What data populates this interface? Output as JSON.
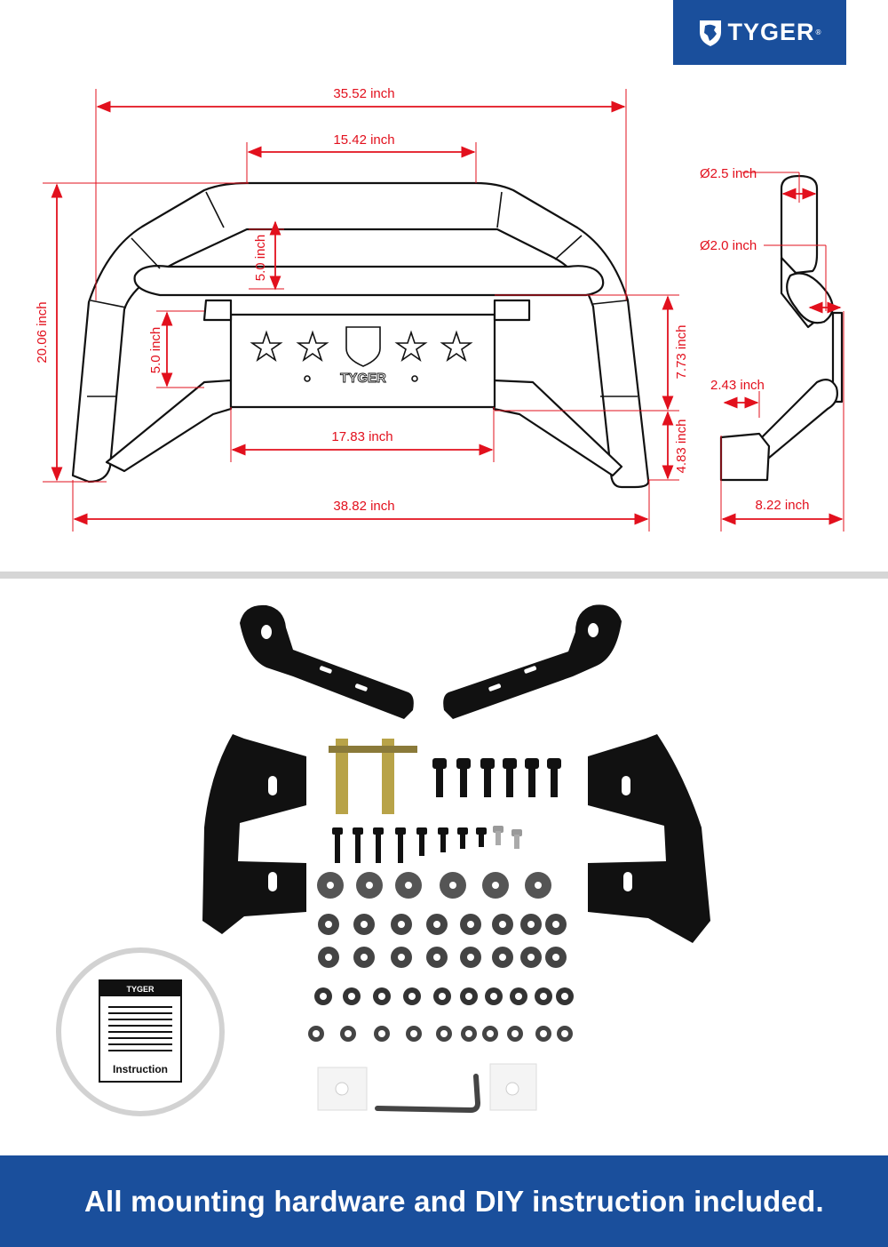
{
  "brand": {
    "name": "TYGER",
    "reg_mark": "®",
    "color": "#1a4f9c"
  },
  "dimensions": {
    "top_width": "35.52 inch",
    "top_bar_width": "15.42 inch",
    "total_height": "20.06 inch",
    "upper_gap": "5.0 inch",
    "lower_gap": "5.0 inch",
    "plate_width": "17.83 inch",
    "bottom_width": "38.82 inch",
    "plate_height": "7.73 inch",
    "bottom_offset": "4.83 inch",
    "tube_dia_large": "Ø2.5 inch",
    "tube_dia_small": "Ø2.0 inch",
    "side_offset": "2.43 inch",
    "side_depth": "8.22 inch"
  },
  "plate_logo": "TYGER",
  "instruction": {
    "brand": "TYGER",
    "label": "Instruction"
  },
  "footer": {
    "text": "All mounting hardware and DIY instruction included."
  },
  "colors": {
    "dimension": "#e2101d",
    "footer_bg": "#1a4f9c"
  }
}
